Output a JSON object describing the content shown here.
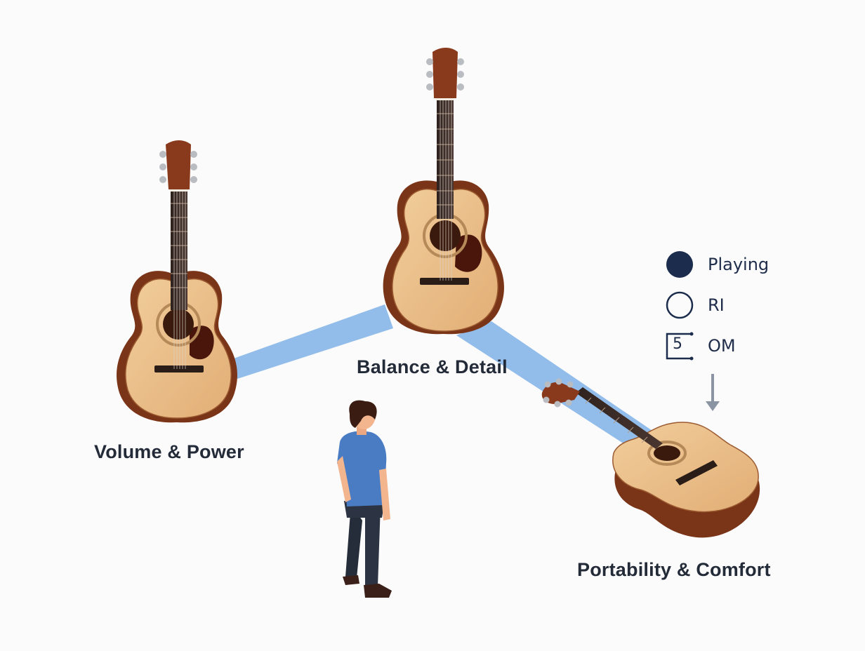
{
  "labels": {
    "volume": "Volume & Power",
    "balance": "Balance & Detail",
    "portability": "Portability & Comfort"
  },
  "legend": {
    "items": [
      {
        "icon": "filled-circle-icon",
        "label": "Playing"
      },
      {
        "icon": "open-circle-icon",
        "label": "RI"
      },
      {
        "icon": "number-box-icon",
        "badge": "5",
        "label": "OM"
      }
    ],
    "arrow": "down-arrow-icon"
  },
  "colors": {
    "connector": "#8cb9ea",
    "wood_top": "#e9bd87",
    "wood_side": "#7a3417",
    "fretboard": "#3a2a25",
    "legend_navy": "#1c2c4d",
    "shirt": "#4a7cc4",
    "pants": "#2c3342"
  }
}
